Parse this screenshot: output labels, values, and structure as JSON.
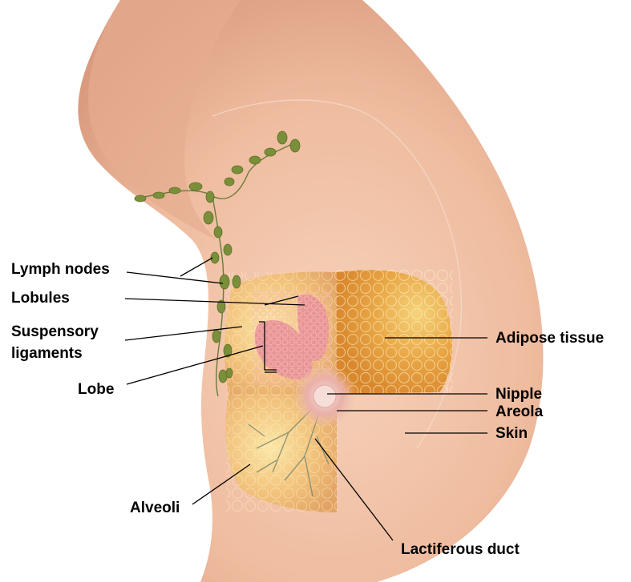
{
  "labels": {
    "lymph_nodes": "Lymph nodes",
    "lobules": "Lobules",
    "suspensory_line1": "Suspensory",
    "suspensory_line2": "ligaments",
    "lobe": "Lobe",
    "adipose_tissue": "Adipose tissue",
    "nipple": "Nipple",
    "areola": "Areola",
    "skin": "Skin",
    "alveoli": "Alveoli",
    "lactiferous_duct": "Lactiferous duct"
  },
  "colors": {
    "skin": "#f2c3a6",
    "skin_shadow": "#d99a7e",
    "fat": "#f2c27a",
    "fat_dark": "#d9962e",
    "lobe_pink": "#e08c8c",
    "lymph_green": "#7a8f3a",
    "areola": "#e9a8a6",
    "nipple": "#f3d3cf"
  }
}
